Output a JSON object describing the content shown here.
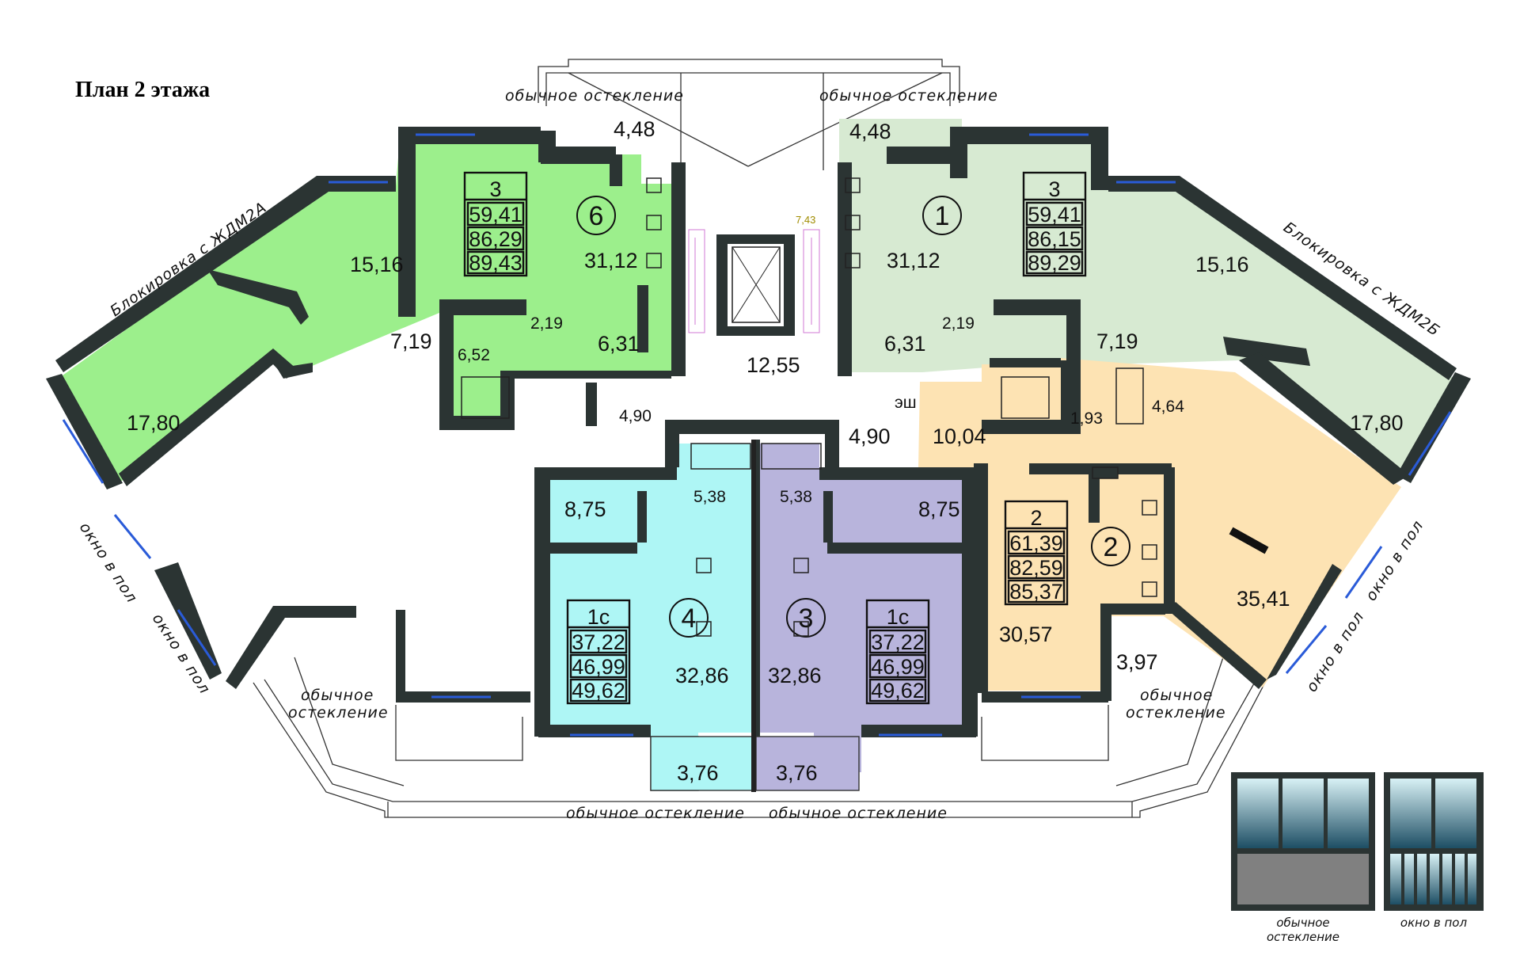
{
  "title": "План 2 этажа",
  "labels": {
    "glazing_top_left": "обычное остекление",
    "glazing_top_right": "обычное остекление",
    "glazing_bottom_left": "обычное остекление",
    "glazing_bottom_right": "обычное остекление",
    "glazing_side_left": [
      "обычное",
      "остекление"
    ],
    "glazing_side_right": [
      "обычное",
      "остекление"
    ],
    "block_left": "Блокировка с ЖДМ2А",
    "block_right": "Блокировка с ЖДМ2Б",
    "floor_window_left_1": "окно в пол",
    "floor_window_left_2": "окно в пол",
    "floor_window_right_1": "окно в пол",
    "floor_window_right_2": "окно в пол",
    "shaft": "эш",
    "stair_area": "7,43"
  },
  "apartments": [
    {
      "number": "6",
      "rooms": "3",
      "areas": [
        "59,41",
        "86,29",
        "89,43"
      ],
      "color": "#9cef8c"
    },
    {
      "number": "1",
      "rooms": "3",
      "areas": [
        "59,41",
        "86,15",
        "89,29"
      ],
      "color": "#d7ead2"
    },
    {
      "number": "4",
      "rooms": "1с",
      "areas": [
        "37,22",
        "46,99",
        "49,62"
      ],
      "color": "#aef6f5"
    },
    {
      "number": "3",
      "rooms": "1с",
      "areas": [
        "37,22",
        "46,99",
        "49,62"
      ],
      "color": "#b8b4dc"
    },
    {
      "number": "2",
      "rooms": "2",
      "areas": [
        "61,39",
        "82,59",
        "85,37"
      ],
      "color": "#fde3b3"
    }
  ],
  "room_areas": {
    "a6_loggia": "4,48",
    "a6_room_ne": "15,16",
    "a6_living": "31,12",
    "a6_room_w": "17,80",
    "a6_hall": "7,19",
    "a6_bath": "6,52",
    "a6_wc": "2,19",
    "a6_corr": "6,31",
    "a1_loggia": "4,48",
    "a1_room_ne": "15,16",
    "a1_living": "31,12",
    "a1_room_e": "17,80",
    "a1_hall": "7,19",
    "a1_wc": "2,19",
    "a1_corr": "6,31",
    "hall_center": "12,55",
    "vest_left": "4,90",
    "vest_right": "4,90",
    "a4_room": "8,75",
    "a4_bath": "5,38",
    "a4_living": "32,86",
    "a4_loggia": "3,76",
    "a3_room": "8,75",
    "a3_bath": "5,38",
    "a3_living": "32,86",
    "a3_loggia": "3,76",
    "a2_hall": "10,04",
    "a2_wc": "1,93",
    "a2_bath": "4,64",
    "a2_room": "35,41",
    "a2_living": "30,57",
    "a2_loggia": "3,97"
  },
  "legend": [
    {
      "label": [
        "обычное",
        "остекление"
      ]
    },
    {
      "label": [
        "окно в пол"
      ]
    }
  ]
}
